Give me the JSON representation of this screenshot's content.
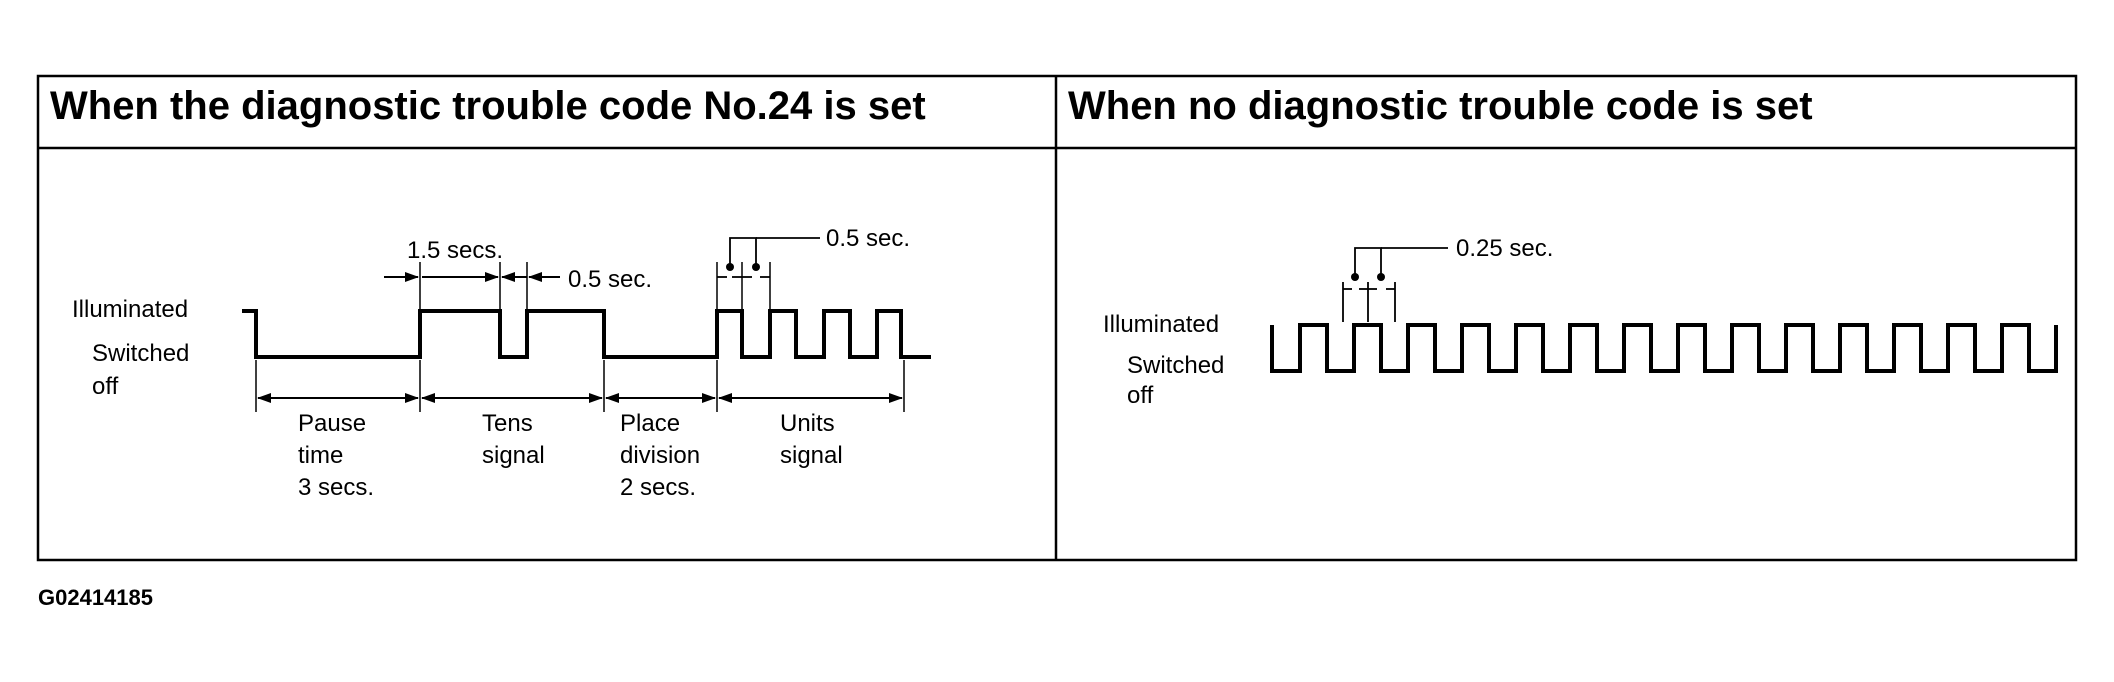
{
  "panels": [
    {
      "title": "When the diagnostic trouble code No.24 is set",
      "states": {
        "on": "Illuminated",
        "off_line1": "Switched",
        "off_line2": "off"
      },
      "timing": {
        "long_pulse": "1.5 secs.",
        "short_gap": "0.5 sec.",
        "units_pulse": "0.5 sec."
      },
      "segments": [
        {
          "line1": "Pause",
          "line2": "time",
          "line3": "3 secs."
        },
        {
          "line1": "Tens",
          "line2": "signal"
        },
        {
          "line1": "Place",
          "line2": "division",
          "line3": "2 secs."
        },
        {
          "line1": "Units",
          "line2": "signal"
        }
      ]
    },
    {
      "title": "When no diagnostic trouble code is set",
      "states": {
        "on": "Illuminated",
        "off_line1": "Switched",
        "off_line2": "off"
      },
      "timing": {
        "pulse": "0.25 sec."
      }
    }
  ],
  "figure_ref": "G02414185"
}
